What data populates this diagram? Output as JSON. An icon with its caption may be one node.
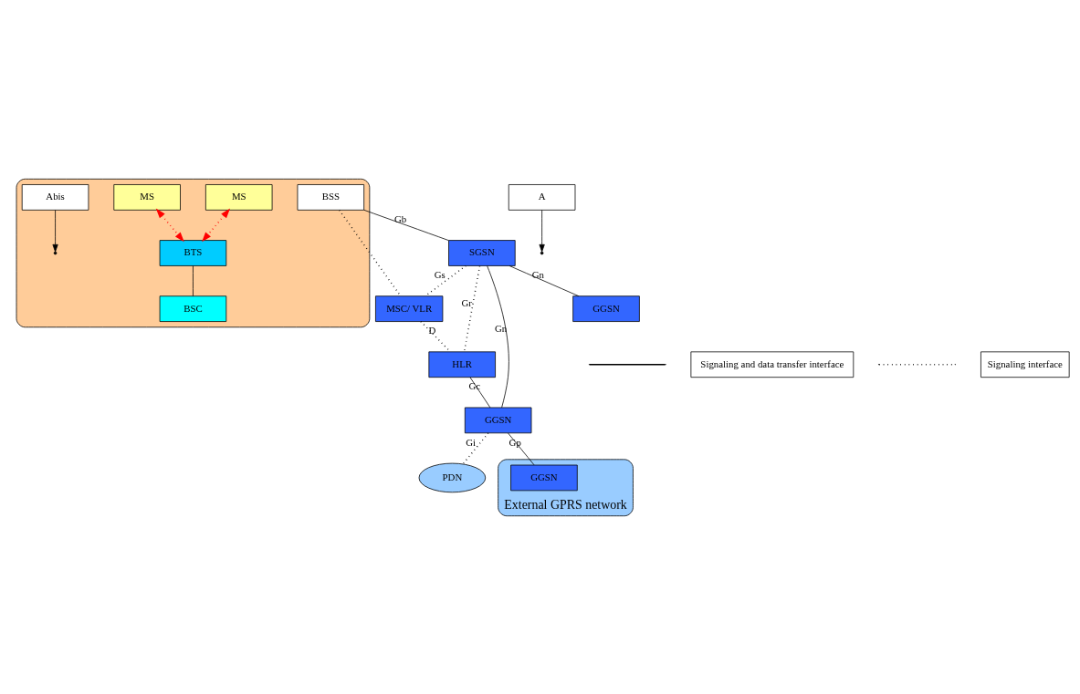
{
  "diagram": {
    "nodes": [
      {
        "text": [],
        "shape": "ellipse"
      },
      {
        "text": [
          "MS"
        ],
        "in": 0
      },
      {
        "text": [
          "BTS"
        ],
        "in": 0
      },
      {
        "text": [
          "BSC"
        ],
        "in": 0
      },
      {
        "text": [
          "MS"
        ],
        "in": 0
      },
      {
        "text": [
          "Abis"
        ],
        "in": 0
      },
      {
        "text": [
          "BSS"
        ],
        "in": 0
      },
      {
        "text": [
          "A"
        ]
      },
      {
        "text": [
          "MSC/ VLR"
        ]
      },
      {
        "text": [
          "HLR"
        ]
      },
      {
        "text": [
          "SGSN"
        ]
      },
      {
        "text": [
          "GGSN"
        ]
      },
      {
        "text": [
          "PDN"
        ]
      },
      {
        "text": [
          "GGSN"
        ]
      },
      {
        "text": [
          "External GPRS network"
        ]
      },
      {
        "text": [
          "GGSN"
        ],
        "in": 14
      }
    ],
    "edges": [
      {
        "from": 1,
        "to": 2,
        "arrow": "both",
        "style": "dashed",
        "color": "#ff0000"
      },
      {
        "from": 4,
        "to": 2,
        "arrow": "both",
        "style": "dashed",
        "color": "#ff0000"
      },
      {
        "from": 2,
        "to": 3,
        "arrow": "none"
      },
      {
        "from": 5,
        "to": null,
        "arrow": "to"
      },
      {
        "from": 6,
        "to": 8,
        "arrow": "none",
        "style": "dashed"
      },
      {
        "from": 7,
        "to": null,
        "arrow": "to"
      },
      {
        "from": 8,
        "to": 9,
        "label": "D",
        "arrow": "none",
        "style": "dashed"
      },
      {
        "from": 6,
        "to": 10,
        "label": "Gb",
        "arrow": "none"
      },
      {
        "from": 10,
        "to": 8,
        "label": "Gs",
        "arrow": "none",
        "style": "dashed"
      },
      {
        "from": 10,
        "to": 9,
        "label": "Gr",
        "arrow": "none",
        "style": "dashed"
      },
      {
        "from": 9,
        "to": 11,
        "label": "Gc",
        "arrow": "none"
      },
      {
        "from": 10,
        "to": 11,
        "label": "Gn",
        "arrow": "none"
      },
      {
        "from": 11,
        "to": 12,
        "label": "Gi",
        "arrow": "none",
        "style": "dashed"
      },
      {
        "from": 10,
        "to": 13,
        "label": "Gn",
        "arrow": "none"
      },
      {
        "from": 11,
        "to": 15,
        "label": "Gp",
        "arrow": "none"
      }
    ],
    "legend": [
      {
        "text": "Signaling and data transfer interface"
      },
      {
        "text": "Signaling interface"
      }
    ]
  }
}
